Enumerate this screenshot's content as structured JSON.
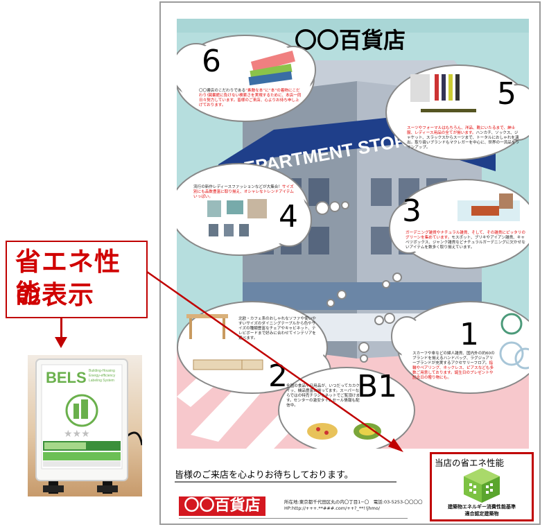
{
  "callout": {
    "line1": "省エネ性能",
    "line2": "の表示"
  },
  "poster": {
    "title": "〇〇百貨店",
    "building_sign": "DEPARTMENT STORE",
    "bottom_message": "皆様のご来店を心よりお待ちしております。",
    "brand": "〇〇百貨店",
    "address": "所在地:東京都千代田区丸の内〇丁目1−〇　電話:03-5253-〇〇〇〇",
    "homepage": "HP:http://+++.**###.com/++?_**!!jhmo/"
  },
  "floors": [
    {
      "num": "6",
      "text": "〇〇書店のこだわりである",
      "red": "“素敵な本”に“本”の着物にこだわり!図書館に負けない検索",
      "text2": "さを実現するために、本店一同日々努力しています。皆様のご来店、心よりお待ち申し上げております。"
    },
    {
      "num": "5",
      "red": "スーツやフォーマルはもちろん、洋品、靴にいたるまで、紳士服、レディース用品の全てが揃います。",
      "text2": "ハンカチ、ソックス、ジャケット、スラックスからスーツまで、トータルにおしゃれを演出。取り扱いブランドもマクレガーを中心に、世界の一流品をラインアップ。"
    },
    {
      "num": "4",
      "text": "流行の新作レディースファッションなどが大集合！",
      "red": "サイズ別にも品数豊富に取り揃え、オシャレなトレンドアイテムいっぱい。",
      "text2": ""
    },
    {
      "num": "3",
      "red": "ガーデニング雑貨やナチュラル雑貨、そして、その雑貨にピッタリのグリーンを集めています。",
      "text2": "モスポット、ブリキやアイアン雑貨、キャベツボックス、ジャンク雑貨などナチュラルガーデニングに欠かせないアイテムを数多く取り揃えています。"
    },
    {
      "num": "2",
      "text": "北欧・カフェ系のおしゃれなソファや使いやすいサイズのダイニングテーブルから色やサイズの種類豊富なチェアやキャビネット、テレビボードまで好みに合わせてインテリアを選べます。",
      "red": "",
      "text2": ""
    },
    {
      "num": "1",
      "text": "スカーフや傘などの婦人雑貨、国内外の約60のブランドを揃えるハンドバッグ、ラグジュアリーブランドが充実するアクセサリーフロア。",
      "red": "指輪やペアリング、ネックレス、ピアスなども多数ご用意しております。誕生日のプレゼントや記念日の贈り物にも。",
      "text2": ""
    },
    {
      "num": "B1",
      "text": "全国の食品や日用品が、いつだってカカクイッ、機品豊富に揃ってます。スーパーならではの特売チラシをネットでご覧頂けます。センターの激安タイムセール情報も配信中。",
      "red": "",
      "text2": ""
    }
  ],
  "eco_label": {
    "title": "当店の省エネ性能",
    "caption1": "建築物エネルギー消費性能基準",
    "caption2": "適合認定建築物"
  },
  "bels_plate": {
    "brand": "BELS",
    "subtitle": "Building-Housing Energy-efficiency Labeling System",
    "stars": "★★★"
  },
  "colors": {
    "callout_red": "#c00000",
    "brand_red": "#d41820",
    "sky": "#b6dede",
    "ground_pink": "#f7c8cc",
    "eco_green": "#7cc242"
  }
}
